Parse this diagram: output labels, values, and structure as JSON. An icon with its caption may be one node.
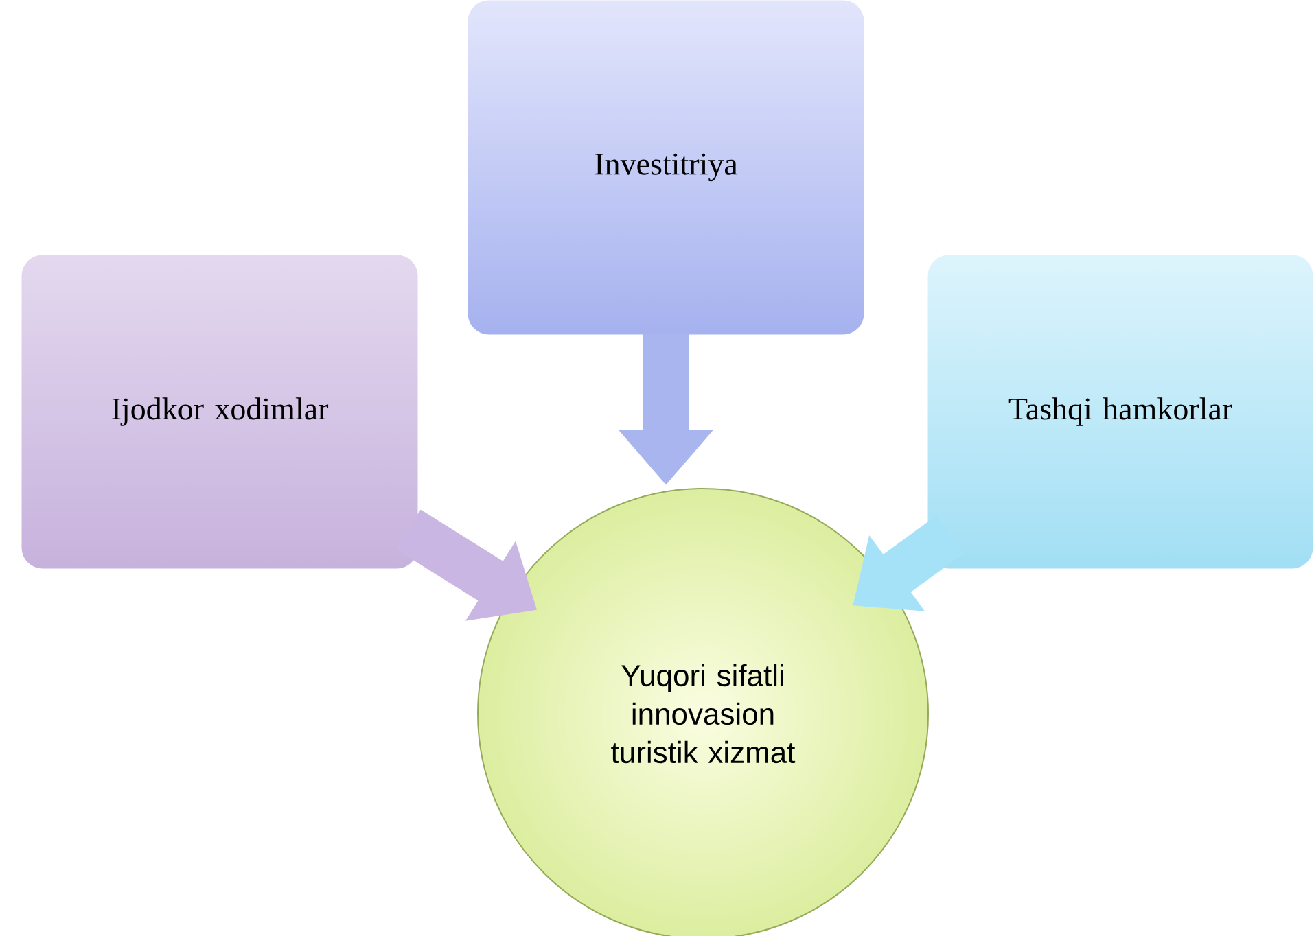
{
  "diagram": {
    "nodes": [
      {
        "text": [
          "Ijodkor xodimlar"
        ]
      },
      {
        "text": [
          "Investitriya"
        ]
      },
      {
        "text": [
          "Tashqi hamkorlar"
        ]
      },
      {
        "text": [
          "Yuqori sifatli innovasion turistik xizmat"
        ]
      }
    ],
    "edges": [
      {
        "from": 0,
        "to": 3,
        "arrow": "to",
        "color": "#c9b6e2"
      },
      {
        "from": 1,
        "to": 3,
        "arrow": "to",
        "color": "#a9b5ef"
      },
      {
        "from": 2,
        "to": 3,
        "arrow": "to",
        "color": "#a6e2f7"
      }
    ]
  }
}
